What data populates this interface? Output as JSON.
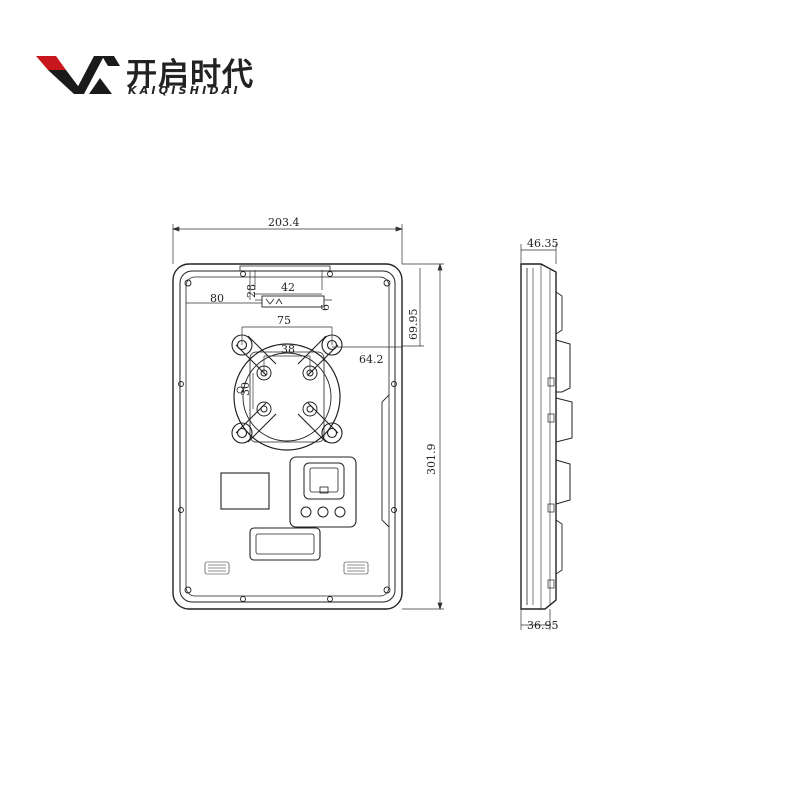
{
  "brand": {
    "name_cn": "开启时代",
    "name_en": "KAIQISHIDAI",
    "colors": {
      "red": "#c8161d",
      "black": "#1a1a1a"
    }
  },
  "drawing": {
    "front_view": {
      "width": "203.4",
      "height": "301.9",
      "dim_28": "28",
      "dim_42": "42",
      "dim_80": "80",
      "dim_9": "9",
      "dim_75": "75",
      "dim_69_95": "69.95",
      "dim_38": "38",
      "dim_64_2": "64.2",
      "dim_30": "30"
    },
    "side_view": {
      "top_depth": "46.35",
      "bottom_depth": "36.95"
    }
  }
}
